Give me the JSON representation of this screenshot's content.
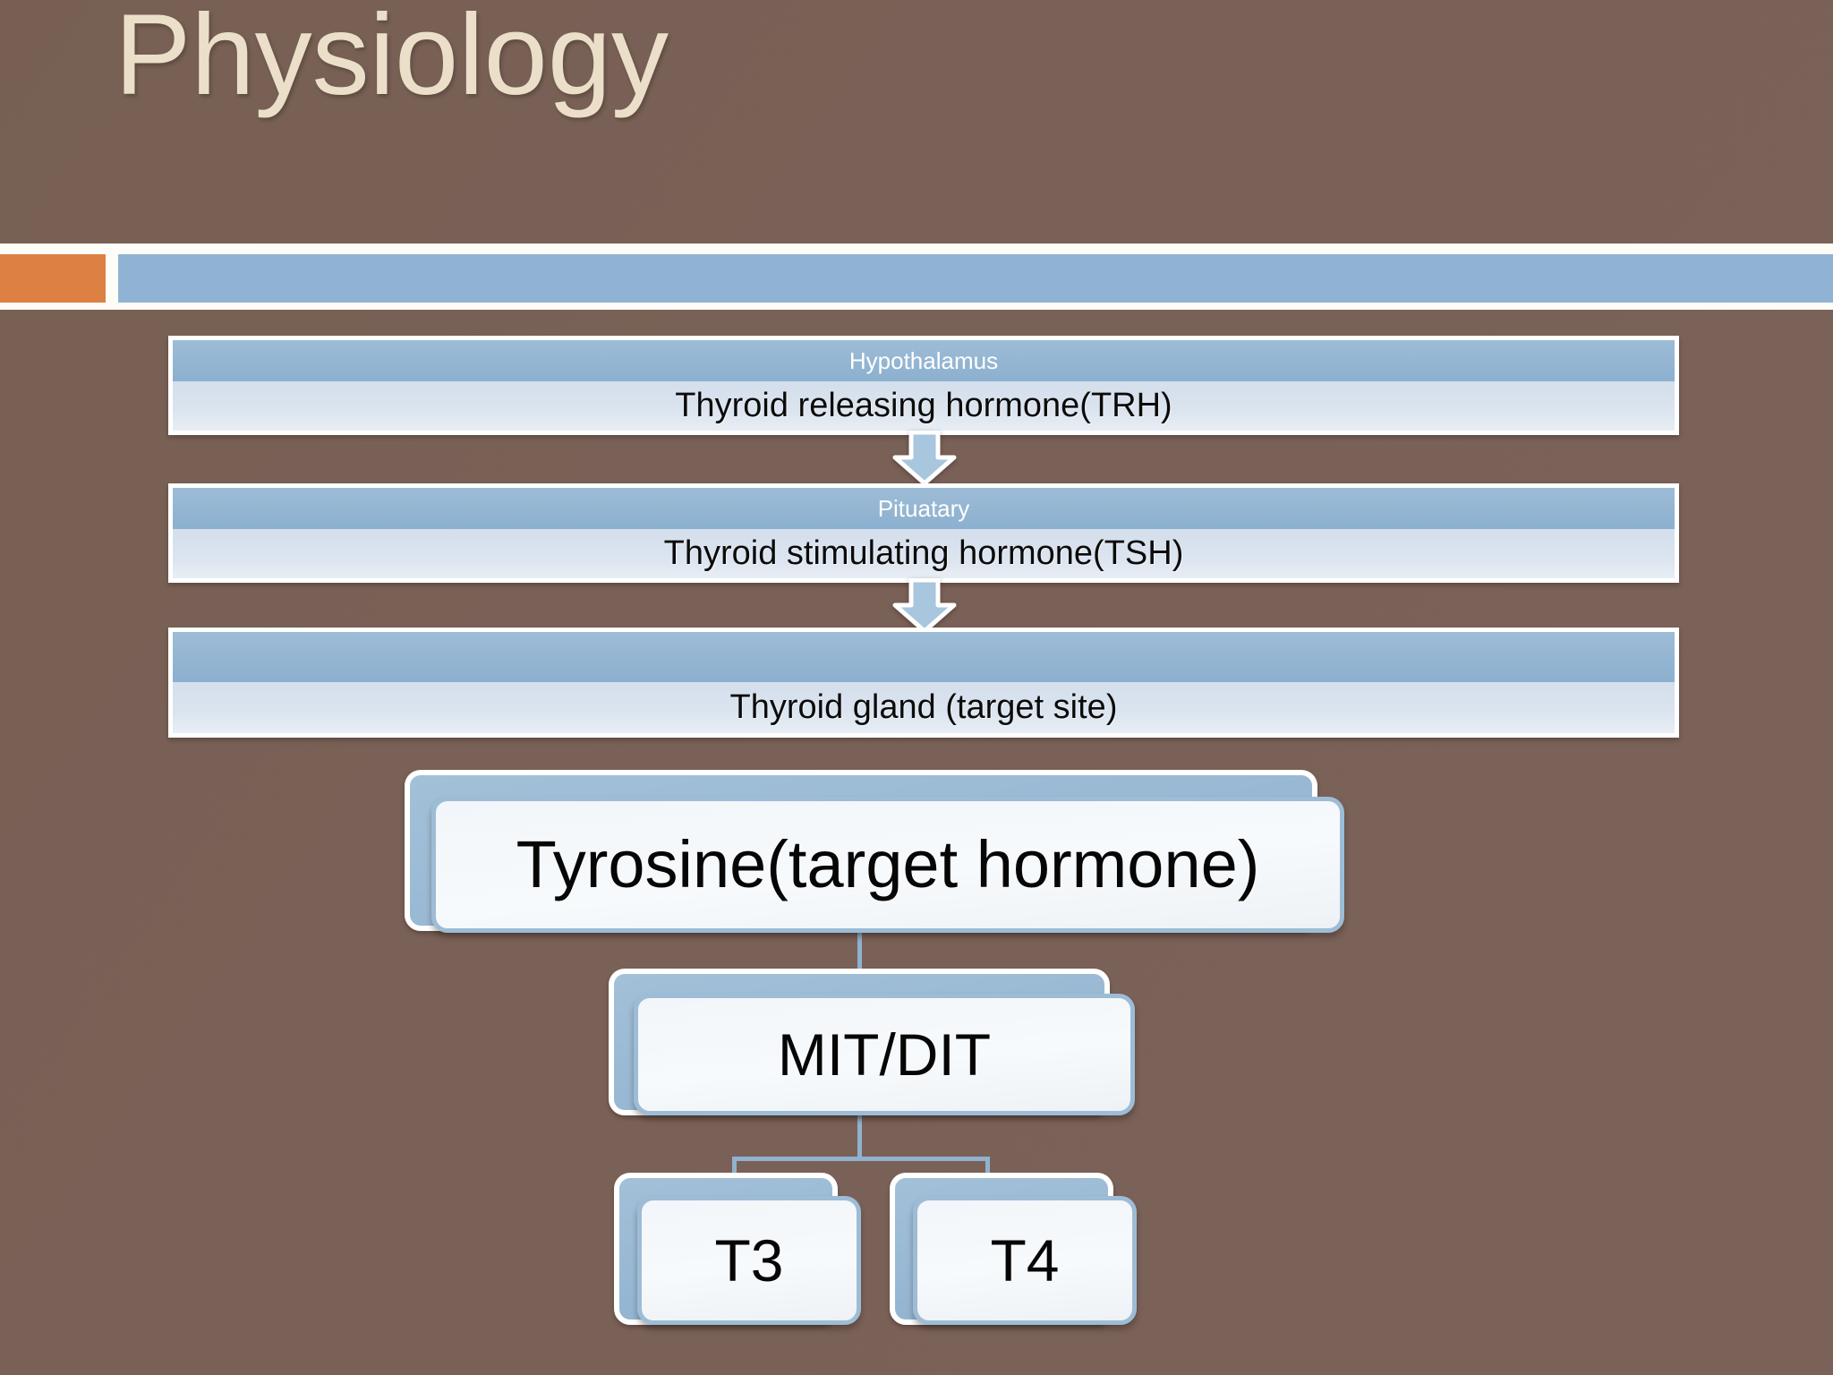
{
  "slide": {
    "title": "Physiology",
    "background_color": "#7a6158",
    "title_color": "#ebdfca"
  },
  "divider": {
    "accent_color": "#dd8043",
    "bar_color": "#91b3d3"
  },
  "flow": {
    "boxes": [
      {
        "header": "Hypothalamus",
        "body": "Thyroid releasing hormone(TRH)"
      },
      {
        "header": "Pituatary",
        "body": "Thyroid stimulating hormone(TSH)"
      },
      {
        "header": "",
        "body": "Thyroid gland (target site)"
      }
    ],
    "arrow_fill": "#a8c6de",
    "arrow_stroke": "#ffffff"
  },
  "hierarchy": {
    "root": "Tyrosine(target hormone)",
    "intermediate": "MIT/DIT",
    "leaves": [
      "T3",
      "T4"
    ],
    "node_back_color": "#93b5d2",
    "node_front_color": "#f3f7fa",
    "connector_color": "#90b2cf"
  }
}
